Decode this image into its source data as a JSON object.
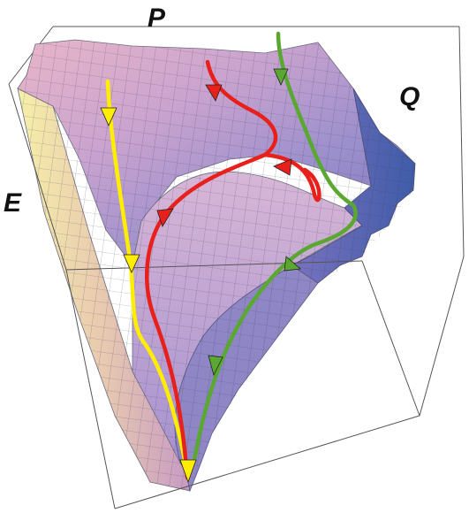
{
  "axes": {
    "p": "P",
    "q": "Q",
    "e": "E"
  },
  "surface": {
    "colors": {
      "pink": "#e4a8c2",
      "lavender": "#a99ad0",
      "violet": "#6f66b0",
      "yellow": "#f4eca0",
      "blue": "#5a7fc0",
      "mesh": "#3a3a55"
    }
  },
  "trajectories": [
    {
      "name": "yellow-trajectory",
      "color": "#ffee00",
      "arrows": 3
    },
    {
      "name": "red-trajectory",
      "color": "#e8201c",
      "arrows": 4
    },
    {
      "name": "green-trajectory",
      "color": "#5aa832",
      "arrows": 3
    }
  ]
}
